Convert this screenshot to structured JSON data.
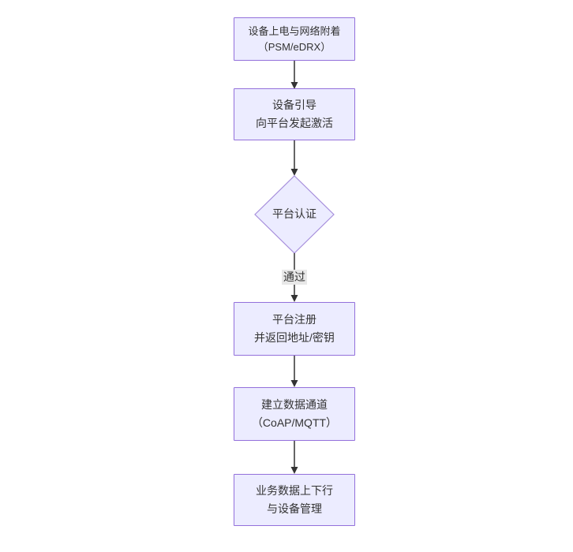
{
  "diagram": {
    "type": "flowchart",
    "direction": "top-down",
    "nodes": [
      {
        "id": "A",
        "shape": "rect",
        "lines": [
          "设备上电与网络附着",
          "（PSM/eDRX）"
        ]
      },
      {
        "id": "B",
        "shape": "rect",
        "lines": [
          "设备引导",
          "向平台发起激活"
        ]
      },
      {
        "id": "C",
        "shape": "diamond",
        "lines": [
          "平台认证"
        ]
      },
      {
        "id": "D",
        "shape": "rect",
        "lines": [
          "平台注册",
          "并返回地址/密钥"
        ]
      },
      {
        "id": "E",
        "shape": "rect",
        "lines": [
          "建立数据通道",
          "（CoAP/MQTT）"
        ]
      },
      {
        "id": "F",
        "shape": "rect",
        "lines": [
          "业务数据上下行",
          "与设备管理"
        ]
      }
    ],
    "edges": [
      {
        "from": "A",
        "to": "B",
        "label": ""
      },
      {
        "from": "B",
        "to": "C",
        "label": ""
      },
      {
        "from": "C",
        "to": "D",
        "label": "通过"
      },
      {
        "from": "D",
        "to": "E",
        "label": ""
      },
      {
        "from": "E",
        "to": "F",
        "label": ""
      }
    ],
    "colors": {
      "background": "#ffffff",
      "node_fill": "#ECECFF",
      "node_border": "#9370DB",
      "diamond_border": "#a78fdc",
      "text": "#333333",
      "edge": "#333333",
      "edge_label_bg": "#e8e8e8"
    }
  }
}
